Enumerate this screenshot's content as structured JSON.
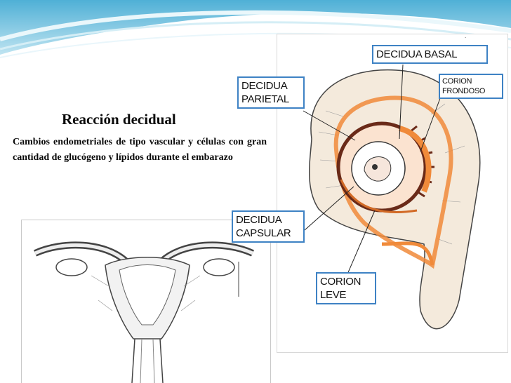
{
  "slide": {
    "title": "Reacción  decidual",
    "body": "Cambios endometriales de tipo vascular y células con gran cantidad de glucógeno y lípidos durante el embarazo"
  },
  "labels": {
    "decidua_basal": "DECIDUA BASAL",
    "corion_frondoso": "CORION\nFRONDOSO",
    "decidua_parietal": "DECIDUA\nPARIETAL",
    "decidua_capsular": "DECIDUA\nCAPSULAR",
    "corion_leve": "CORION\nLEVE"
  },
  "colors": {
    "banner": "#5fb8d8",
    "label_border": "#3e82c4",
    "decidua_orange": "#f08a3a",
    "embryo_dark": "#6a2a18"
  }
}
